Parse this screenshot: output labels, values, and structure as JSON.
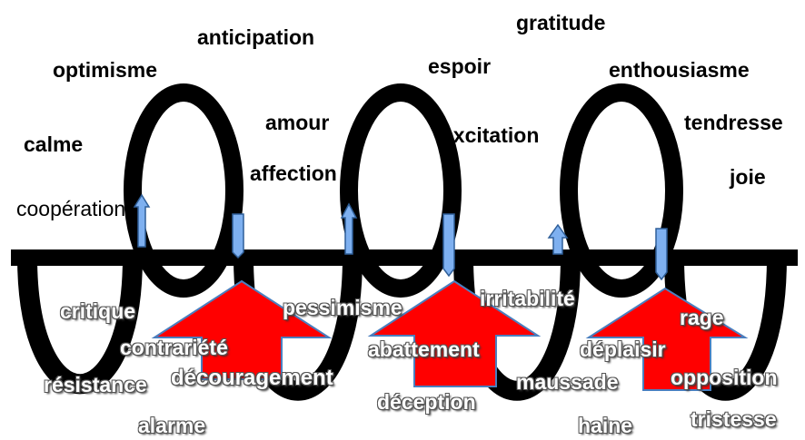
{
  "colors": {
    "coil": "#000000",
    "baseline": "#000000",
    "small_arrow_fill": "#7eb0f0",
    "small_arrow_stroke": "#2f5f99",
    "big_arrow_fill": "#ff0000",
    "big_arrow_stroke": "#4a7fbf"
  },
  "positive_words": {
    "anticipation": "anticipation",
    "gratitude": "gratitude",
    "optimisme": "optimisme",
    "espoir": "espoir",
    "enthousiasme": "enthousiasme",
    "amour": "amour",
    "excitation": "excitation",
    "tendresse": "tendresse",
    "calme": "calme",
    "affection": "affection",
    "joie": "joie",
    "cooperation": "coopération"
  },
  "negative_words": {
    "critique": "critique",
    "pessimisme": "pessimisme",
    "irritabilite": "irritabilité",
    "rage": "rage",
    "contrariete": "contrariété",
    "abattement": "abattement",
    "deplaisir": "déplaisir",
    "resistance": "résistance",
    "decouragement": "découragement",
    "maussade": "maussade",
    "opposition": "opposition",
    "deception": "déception",
    "alarme": "alarme",
    "haine": "haine",
    "tristesse": "tristesse"
  }
}
